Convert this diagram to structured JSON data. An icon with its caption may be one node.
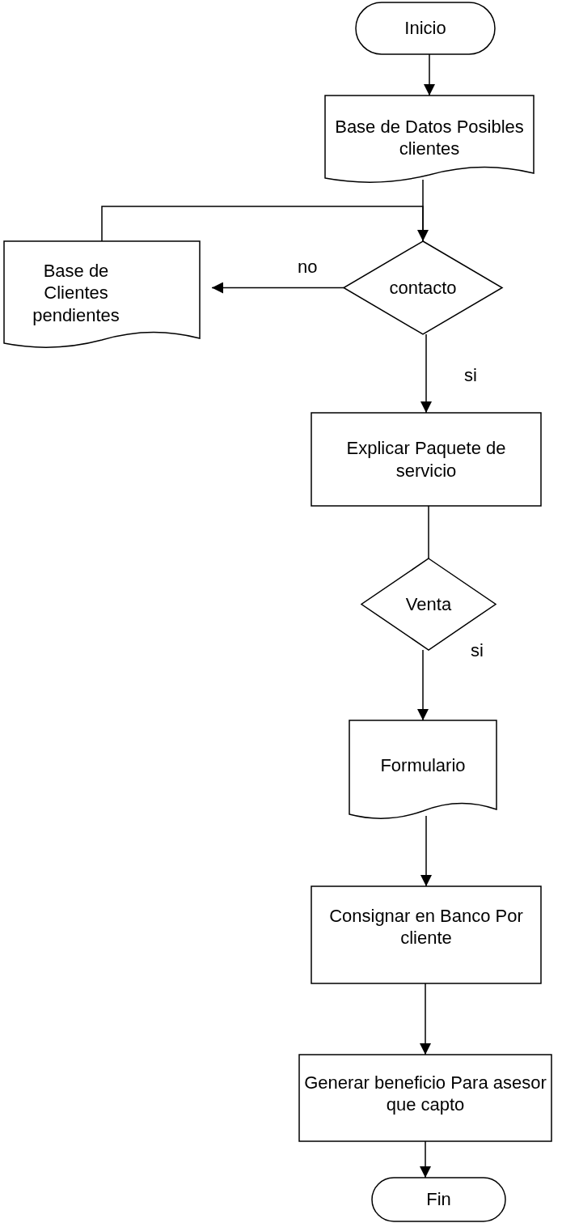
{
  "diagram": {
    "nodes": [
      {
        "text": [
          "Inicio"
        ]
      },
      {
        "text": [
          "Base de Datos Posibles clientes"
        ]
      },
      {
        "text": [
          "Base de Clientes pendientes"
        ]
      },
      {
        "text": [
          "contacto"
        ]
      },
      {
        "text": [
          "Explicar Paquete de servicio"
        ]
      },
      {
        "text": [
          "Venta"
        ]
      },
      {
        "text": [
          "Formulario"
        ]
      },
      {
        "text": [
          "Consignar en Banco Por cliente"
        ]
      },
      {
        "text": [
          "Generar beneficio Para asesor que capto"
        ]
      },
      {
        "text": [
          "Fin"
        ]
      }
    ],
    "edges": [
      {
        "from": 0,
        "to": 1,
        "arrow": "to"
      },
      {
        "from": 1,
        "to": 3,
        "arrow": "none"
      },
      {
        "from": 2,
        "to": 3,
        "arrow": "to"
      },
      {
        "from": 3,
        "to": 2,
        "arrow": "to",
        "label": "no"
      },
      {
        "from": 3,
        "to": 4,
        "arrow": "to",
        "label": "si"
      },
      {
        "from": 4,
        "to": 5,
        "arrow": "none"
      },
      {
        "from": 5,
        "to": 6,
        "arrow": "to",
        "label": "si"
      },
      {
        "from": 6,
        "to": 7,
        "arrow": "to"
      },
      {
        "from": 7,
        "to": 8,
        "arrow": "to"
      },
      {
        "from": 8,
        "to": 9,
        "arrow": "to"
      }
    ]
  }
}
